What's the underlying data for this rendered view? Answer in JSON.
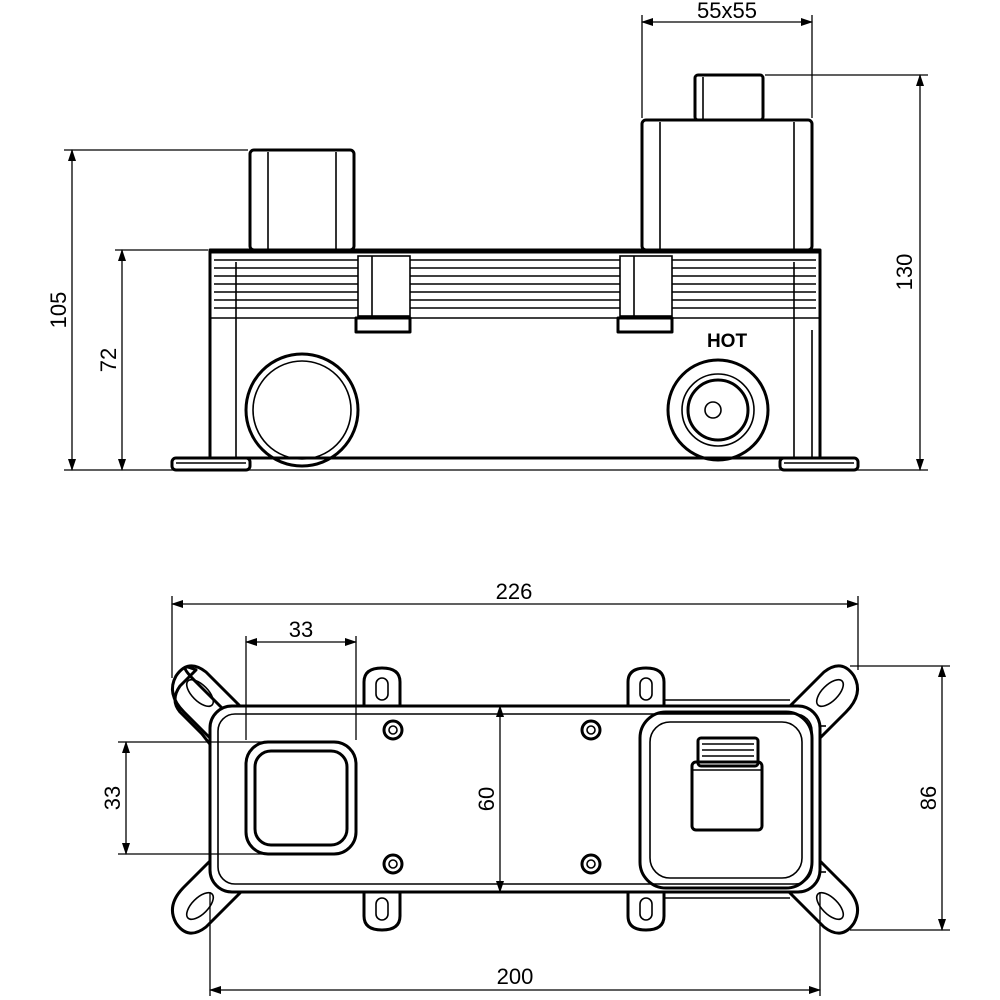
{
  "drawing": {
    "label_hot": "HOT",
    "dim_square_outlet": "55x55",
    "dim_total_height": "130",
    "dim_height_left": "105",
    "dim_height_body": "72",
    "dim_overall_width": "226",
    "dim_square_width": "33",
    "dim_square_height": "33",
    "dim_body_depth": "60",
    "dim_overall_depth": "86",
    "dim_body_width": "200"
  }
}
